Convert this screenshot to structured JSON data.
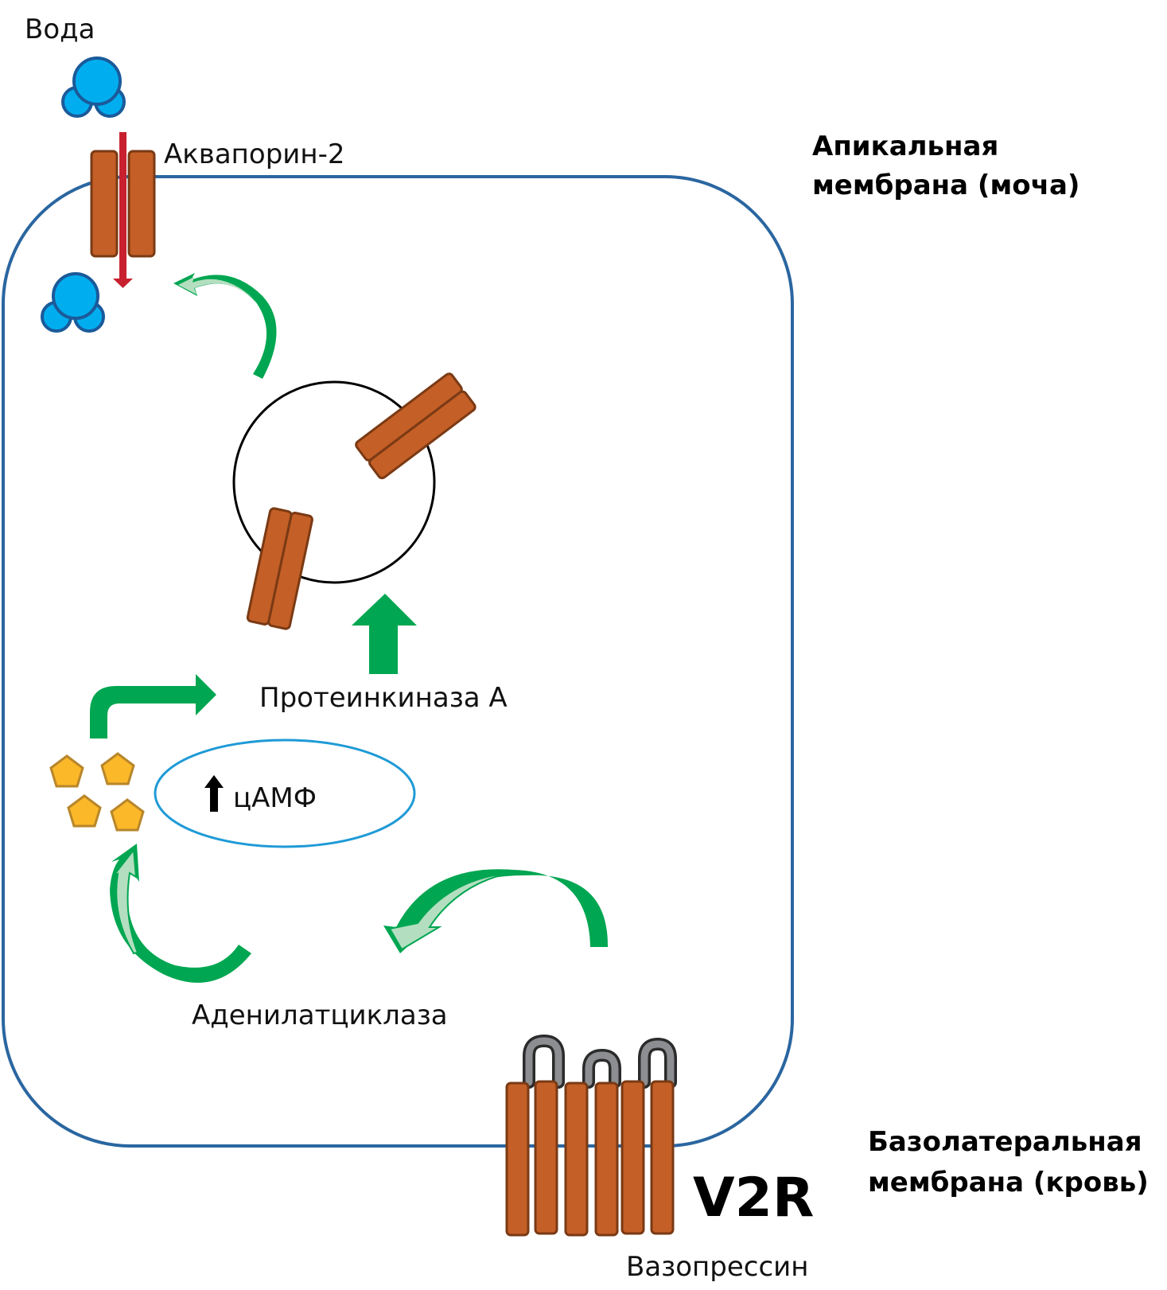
{
  "labels": {
    "water": "Вода",
    "aquaporin": "Аквапорин-2",
    "apical_line1": "Апикальная",
    "apical_line2": "мембрана (моча)",
    "pka": "Протеинкиназа А",
    "camp": "цАМФ",
    "adenylate_cyclase": "Аденилатциклаза",
    "receptor": "V2R",
    "vasopressin": "Вазопрессин",
    "basolateral_line1": "Базолатеральная",
    "basolateral_line2": "мембрана (кровь)"
  },
  "icons": {
    "water_molecule": "water-molecule-icon",
    "camp_molecule": "pentagon-icon",
    "up_arrow": "up-arrow-icon",
    "aquaporin_channel": "aquaporin-channel-icon",
    "vesicle": "vesicle-icon",
    "receptor": "gpcr-receptor-icon"
  },
  "colors": {
    "membrane": "#2a66a0",
    "protein": "#c45f27",
    "protein_stroke": "#7a3a14",
    "water": "#00aeef",
    "water_stroke": "#1b5a9a",
    "water_arrow": "#c8202f",
    "signal_arrow": "#00a651",
    "signal_arrow_light": "#b3dfc0",
    "camp": "#fbb829",
    "camp_stroke": "#b8862a",
    "ellipse": "#1e9ad6",
    "loop": "#8c8e91",
    "loop_stroke": "#2b2b2b"
  }
}
